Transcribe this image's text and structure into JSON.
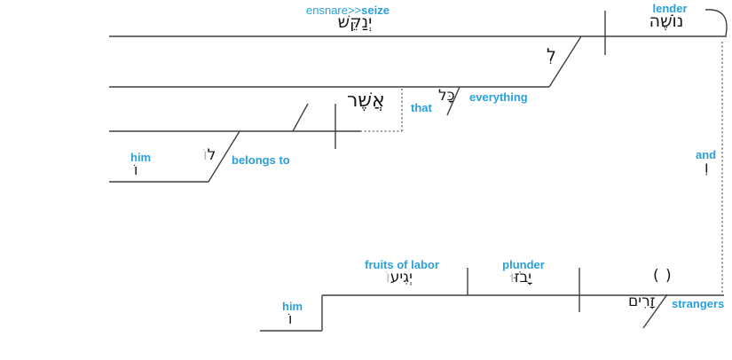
{
  "diagram_type": "sentence-diagram",
  "colors": {
    "accent": "#29a0da",
    "suffix_gray": "#b9b9b9",
    "ink": "#161616",
    "line": "#3f3f3f"
  },
  "clause1": {
    "verb_gloss_regular": "ensnare>>",
    "verb_gloss_bold": "seize",
    "verb_hebrew": "יְנַקֵּשׁ",
    "subject_gloss": "lender",
    "subject_hebrew": "נוֹשֶׁה",
    "prep_hebrew": "לְ",
    "object_hebrew": "כָּל",
    "object_gloss": "everything",
    "relative": {
      "pronoun_hebrew": "אֲשֶׁר",
      "pronoun_gloss": "that",
      "pred_prep_hebrew_stem": "ל",
      "pred_prep_hebrew_suffix": "וֹ",
      "pred_gloss": "belongs to",
      "obj_gloss": "him",
      "obj_hebrew": "וֹ"
    }
  },
  "conjunction": {
    "gloss": "and",
    "hebrew": "וְ"
  },
  "clause2": {
    "object_gloss": "fruits of labor",
    "object_hebrew_stem": "יְגִיע",
    "object_hebrew_suffix": "וֹ",
    "possessive_gloss": "him",
    "possessive_hebrew": "וֹ",
    "verb_gloss": "plunder",
    "verb_hebrew_stem": "יָבֹזּ",
    "verb_hebrew_suffix": "וּ",
    "subject_placeholder": "( )",
    "subject_hebrew": "זָרִים",
    "subject_gloss": "strangers"
  }
}
